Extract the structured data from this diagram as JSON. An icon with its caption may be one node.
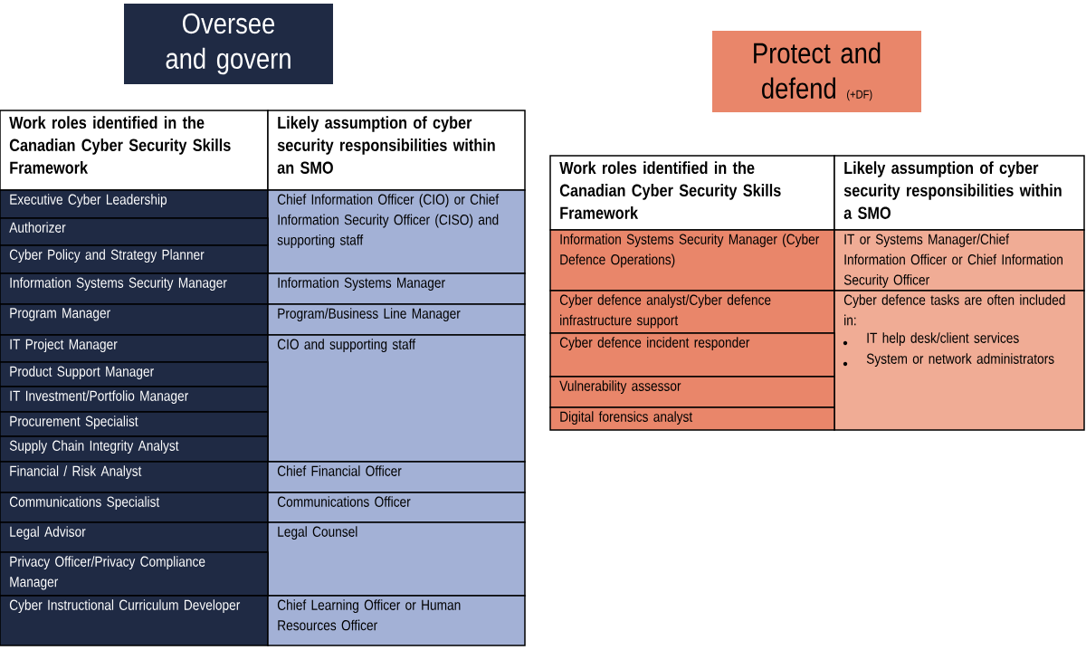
{
  "diagram": {
    "nodes": [
      {
        "text": [
          "Oversee and govern"
        ]
      },
      {
        "text": [
          "Protect and defend",
          "(+DF)"
        ]
      }
    ],
    "labels": [
      "Work roles identified in the Canadian Cyber Security Skills Framework",
      "Likely assumption of cyber security responsibilities within an SMO",
      "Executive Cyber Leadership",
      "Chief Information Officer (CIO) or Chief Information Security Officer (CISO) and supporting staff",
      "Authorizer",
      "Cyber Policy and Strategy Planner",
      "Information Systems Security Manager",
      "Information Systems Manager",
      "Program Manager",
      "Program/Business Line Manager",
      "IT Project Manager",
      "CIO and supporting staff",
      "Product Support Manager",
      "IT Investment/Portfolio Manager",
      "Procurement Specialist",
      "Supply Chain Integrity Analyst",
      "Financial / Risk Analyst",
      "Chief Financial Officer",
      "Communications Specialist",
      "Communications Officer",
      "Legal Advisor",
      "Legal Counsel",
      "Privacy Officer/Privacy Compliance Manager",
      "Cyber Instructional Curriculum Developer",
      "Chief Learning Officer or Human Resources Officer",
      "Work roles identified in the Canadian Cyber Security Skills Framework",
      "Likely assumption of cyber security responsibilities within a SMO",
      "Information Systems Security Manager (Cyber Defence Operations)",
      "IT or Systems Manager/Chief Information Officer or Chief Information Security Officer",
      "Cyber defence analyst/Cyber defence infrastructure support",
      "Cyber defence tasks are often included in:",
      "IT help desk/client services",
      "System or network administrators",
      "Cyber defence incident responder",
      "Vulnerability assessor",
      "Digital forensics analyst"
    ]
  }
}
